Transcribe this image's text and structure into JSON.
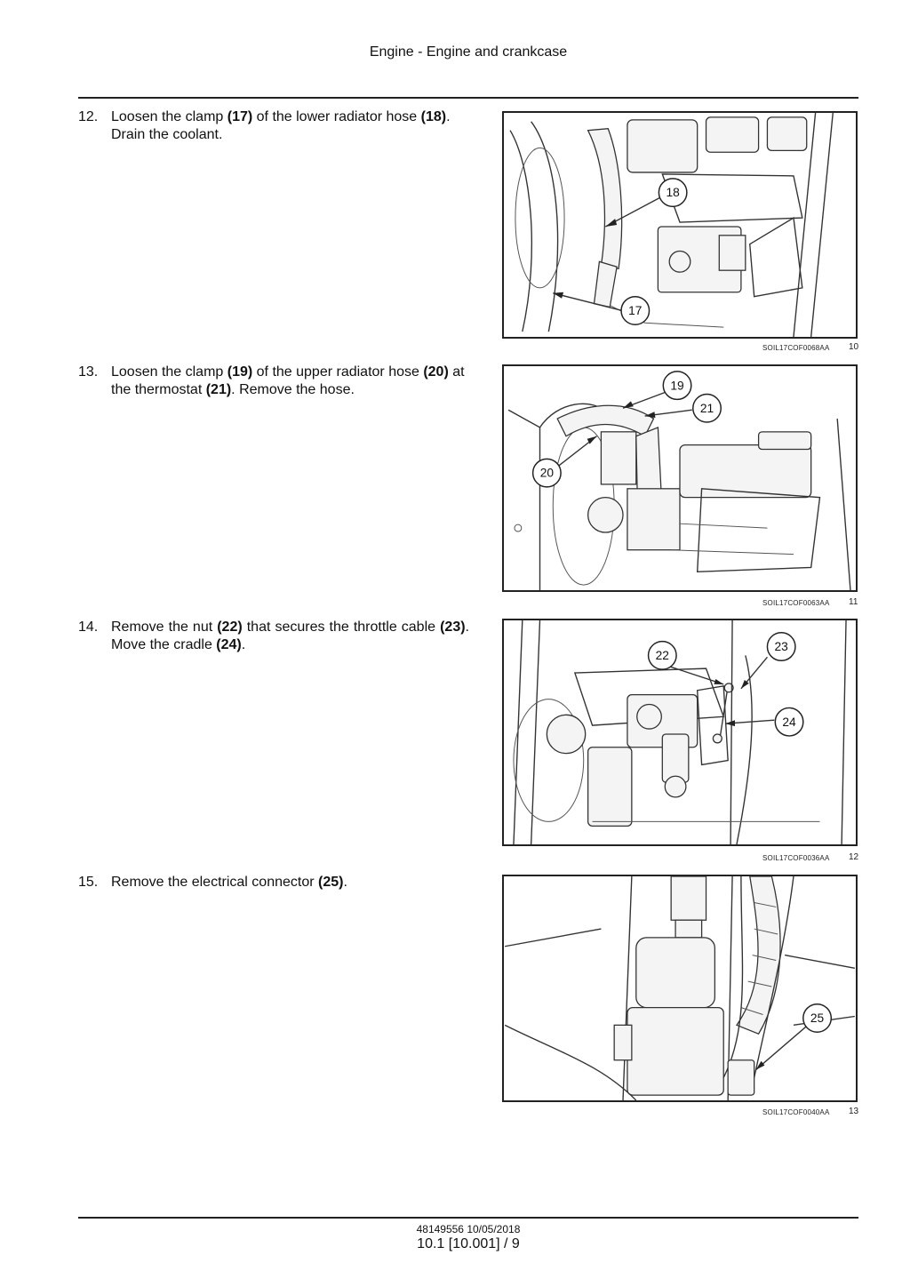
{
  "header": {
    "title": "Engine - Engine and crankcase"
  },
  "steps": [
    {
      "num": "12.",
      "parts": [
        "Loosen the clamp ",
        "(17)",
        " of the lower radiator hose ",
        "(18)",
        ". Drain the coolant."
      ]
    },
    {
      "num": "13.",
      "parts": [
        "Loosen the clamp ",
        "(19)",
        " of the upper radiator hose ",
        "(20)",
        " at the thermostat ",
        "(21)",
        ".  Remove the hose."
      ]
    },
    {
      "num": "14.",
      "parts": [
        "Remove the nut ",
        "(22)",
        " that secures the throttle cable ",
        "(23)",
        ".  Move the cradle ",
        "(24)",
        "."
      ]
    },
    {
      "num": "15.",
      "parts": [
        "Remove the electrical connector ",
        "(25)",
        "."
      ]
    }
  ],
  "figures": [
    {
      "code": "SOIL17COF0068AA",
      "number": "10",
      "callouts": [
        "18",
        "17"
      ]
    },
    {
      "code": "SOIL17COF0063AA",
      "number": "11",
      "callouts": [
        "19",
        "21",
        "20"
      ]
    },
    {
      "code": "SOIL17COF0036AA",
      "number": "12",
      "callouts": [
        "22",
        "23",
        "24"
      ]
    },
    {
      "code": "SOIL17COF0040AA",
      "number": "13",
      "callouts": [
        "25"
      ]
    }
  ],
  "footer": {
    "doc_id": "48149556 10/05/2018",
    "page": "10.1 [10.001] / 9"
  }
}
